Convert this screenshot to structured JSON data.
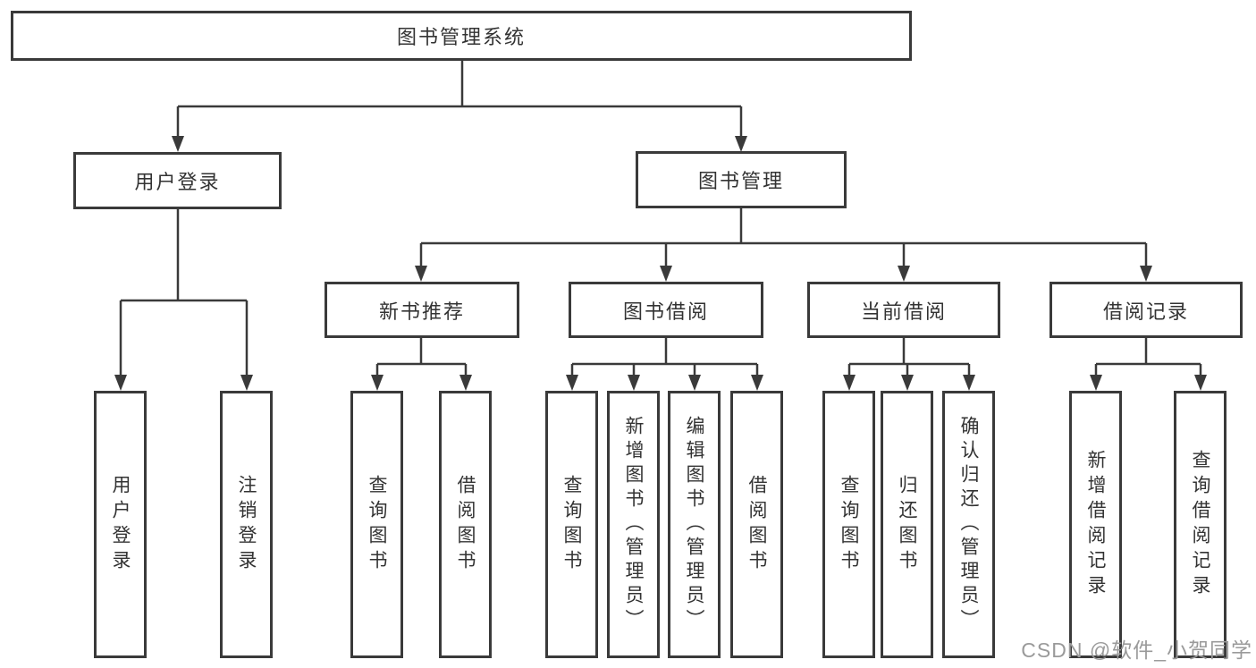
{
  "tree": {
    "root": "图书管理系统",
    "level2": [
      "用户登录",
      "图书管理"
    ],
    "level3": [
      "新书推荐",
      "图书借阅",
      "当前借阅",
      "借阅记录"
    ],
    "leaves": {
      "user_login": [
        "用户登录",
        "注销登录"
      ],
      "new_books": [
        "查询图书",
        "借阅图书"
      ],
      "book_borrow": [
        "查询图书",
        "新增图书（管理员）",
        "编辑图书（管理员）",
        "借阅图书"
      ],
      "current_borrow": [
        "查询图书",
        "归还图书",
        "确认归还（管理员）"
      ],
      "borrow_records": [
        "新增借阅记录",
        "查询借阅记录"
      ]
    }
  },
  "watermark": "CSDN @软件_小贺同学",
  "colors": {
    "line": "#3a3a3a",
    "text": "#333333",
    "background": "#ffffff",
    "watermark": "#9a9a9a"
  }
}
